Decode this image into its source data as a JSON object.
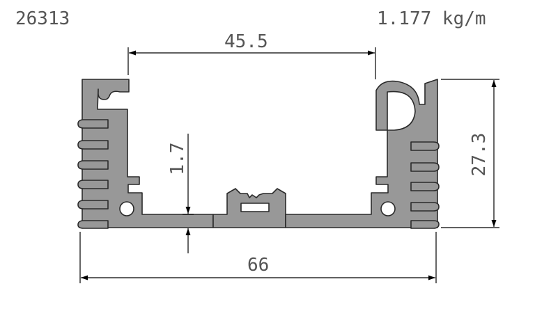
{
  "header": {
    "part_number": "26313",
    "weight": "1.177 kg/m"
  },
  "dimensions": {
    "top_width": "45.5",
    "bottom_width": "66",
    "wall_thickness": "1.7",
    "height": "27.3"
  },
  "colors": {
    "profile_fill": "#989898",
    "profile_stroke": "#2a2a2a",
    "dimension_line": "#000000",
    "label_text": "#555555",
    "background": "#ffffff"
  }
}
